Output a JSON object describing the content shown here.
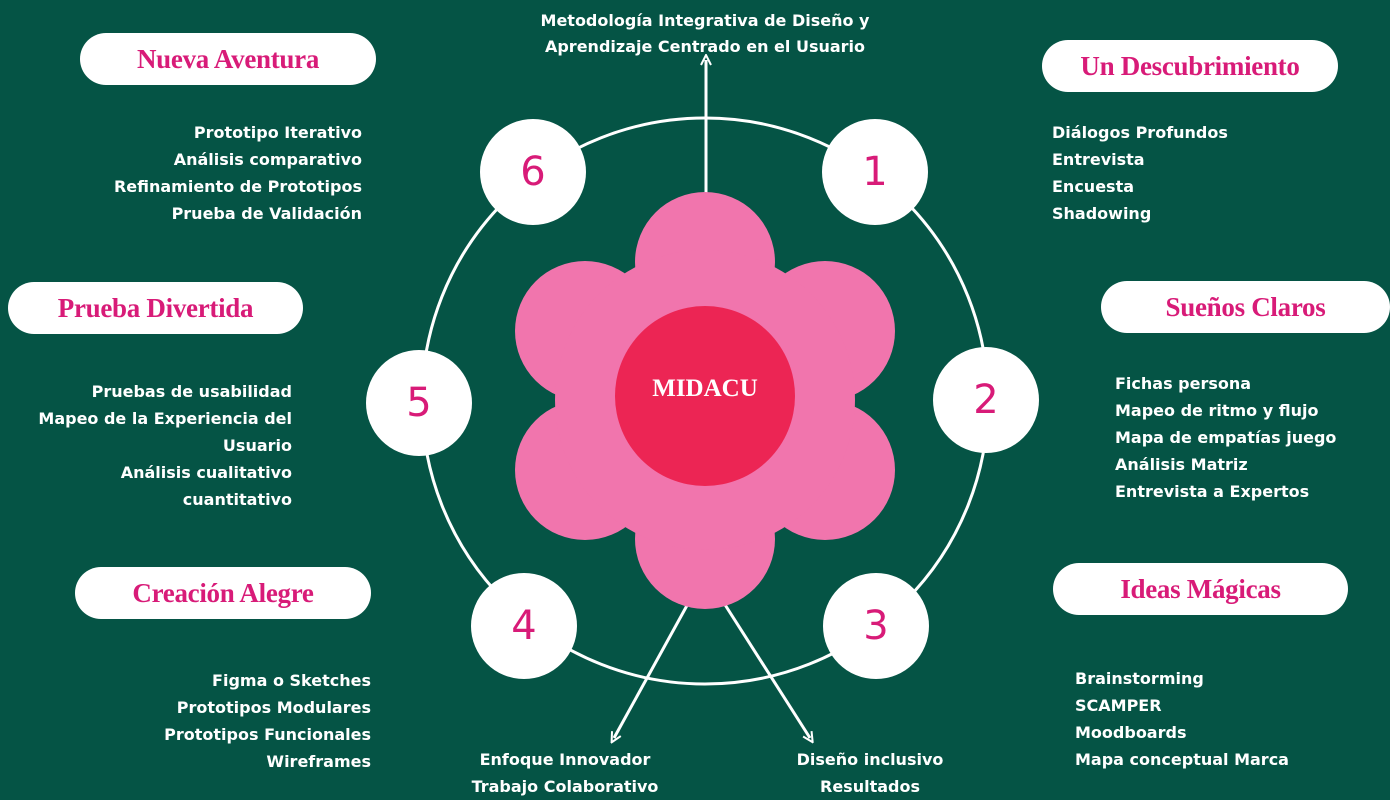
{
  "title": "Metodología Integrativa de Diseño y Aprendizaje Centrado en el Usuario",
  "center": "MIDACU",
  "colors": {
    "background": "#055445",
    "accent": "#d81b78",
    "petals": "#f175ad",
    "core": "#ec2554"
  },
  "stages": [
    {
      "number": "1",
      "name": "Un Descubrimiento",
      "items": [
        "Diálogos Profundos",
        "Entrevista",
        "Encuesta",
        "Shadowing"
      ]
    },
    {
      "number": "2",
      "name": "Sueños Claros",
      "items": [
        "Fichas persona",
        "Mapeo de ritmo y flujo",
        "Mapa de empatías juego",
        "Análisis Matriz",
        "Entrevista a Expertos"
      ]
    },
    {
      "number": "3",
      "name": "Ideas Mágicas",
      "items": [
        "Brainstorming",
        "SCAMPER",
        "Moodboards",
        "Mapa conceptual Marca"
      ]
    },
    {
      "number": "4",
      "name": "Creación Alegre",
      "items": [
        "Figma o Sketches",
        "Prototipos Modulares",
        "Prototipos Funcionales",
        "Wireframes"
      ]
    },
    {
      "number": "5",
      "name": "Prueba Divertida",
      "items": [
        "Pruebas de usabilidad",
        "Mapeo de la Experiencia del",
        "Usuario",
        "Análisis cualitativo",
        "cuantitativo"
      ]
    },
    {
      "number": "6",
      "name": "Nueva Aventura",
      "items": [
        "Prototipo Iterativo",
        "Análisis comparativo",
        "Refinamiento de Prototipos",
        "Prueba de Validación"
      ]
    }
  ],
  "outputs": [
    {
      "lines": [
        "Enfoque Innovador",
        "Trabajo Colaborativo"
      ]
    },
    {
      "lines": [
        "Diseño inclusivo",
        "Resultados"
      ]
    }
  ]
}
